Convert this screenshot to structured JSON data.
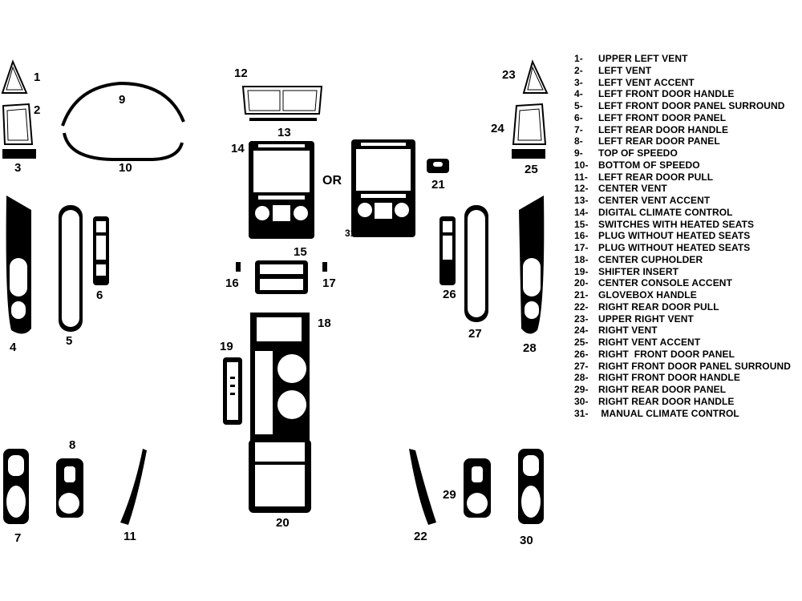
{
  "diagram": {
    "alternative_label": "OR",
    "colors": {
      "ink": "#000000",
      "panel_light": "#ffffff",
      "background": "#ffffff"
    }
  },
  "callouts": {
    "c1": "1",
    "c2": "2",
    "c3": "3",
    "c4": "4",
    "c5": "5",
    "c6": "6",
    "c7": "7",
    "c8": "8",
    "c9": "9",
    "c10": "10",
    "c11": "11",
    "c12": "12",
    "c13": "13",
    "c14": "14",
    "c15": "15",
    "c16": "16",
    "c17": "17",
    "c18": "18",
    "c19": "19",
    "c20": "20",
    "c21": "21",
    "c22": "22",
    "c23": "23",
    "c24": "24",
    "c25": "25",
    "c26": "26",
    "c27": "27",
    "c28": "28",
    "c29": "29",
    "c30": "30",
    "c31": "31"
  },
  "legend": [
    {
      "num": "1-",
      "label": "UPPER LEFT VENT"
    },
    {
      "num": "2-",
      "label": "LEFT VENT"
    },
    {
      "num": "3-",
      "label": "LEFT VENT ACCENT"
    },
    {
      "num": "4-",
      "label": "LEFT FRONT DOOR HANDLE"
    },
    {
      "num": "5-",
      "label": "LEFT FRONT DOOR PANEL SURROUND"
    },
    {
      "num": "6-",
      "label": "LEFT FRONT DOOR PANEL"
    },
    {
      "num": "7-",
      "label": "LEFT REAR DOOR HANDLE"
    },
    {
      "num": "8-",
      "label": "LEFT REAR DOOR PANEL"
    },
    {
      "num": "9-",
      "label": "TOP OF SPEEDO"
    },
    {
      "num": "10-",
      "label": "BOTTOM OF SPEEDO"
    },
    {
      "num": "11-",
      "label": "LEFT REAR DOOR PULL"
    },
    {
      "num": "12-",
      "label": "CENTER VENT"
    },
    {
      "num": "13-",
      "label": "CENTER VENT ACCENT"
    },
    {
      "num": "14-",
      "label": "DIGITAL CLIMATE CONTROL"
    },
    {
      "num": "15-",
      "label": "SWITCHES WITH HEATED SEATS"
    },
    {
      "num": "16-",
      "label": "PLUG WITHOUT HEATED SEATS"
    },
    {
      "num": "17-",
      "label": "PLUG WITHOUT HEATED SEATS"
    },
    {
      "num": "18-",
      "label": "CENTER CUPHOLDER"
    },
    {
      "num": "19-",
      "label": "SHIFTER INSERT"
    },
    {
      "num": "20-",
      "label": "CENTER CONSOLE ACCENT"
    },
    {
      "num": "21-",
      "label": "GLOVEBOX HANDLE"
    },
    {
      "num": "22-",
      "label": "RIGHT REAR DOOR PULL"
    },
    {
      "num": "23-",
      "label": "UPPER RIGHT VENT"
    },
    {
      "num": "24-",
      "label": "RIGHT VENT"
    },
    {
      "num": "25-",
      "label": "RIGHT VENT ACCENT"
    },
    {
      "num": "26-",
      "label": "RIGHT  FRONT DOOR PANEL"
    },
    {
      "num": "27-",
      "label": "RIGHT FRONT DOOR PANEL SURROUND"
    },
    {
      "num": "28-",
      "label": "RIGHT FRONT DOOR HANDLE"
    },
    {
      "num": "29-",
      "label": "RIGHT REAR DOOR PANEL"
    },
    {
      "num": "30-",
      "label": "RIGHT REAR DOOR HANDLE"
    },
    {
      "num": "31-",
      "label": " MANUAL CLIMATE CONTROL"
    }
  ]
}
